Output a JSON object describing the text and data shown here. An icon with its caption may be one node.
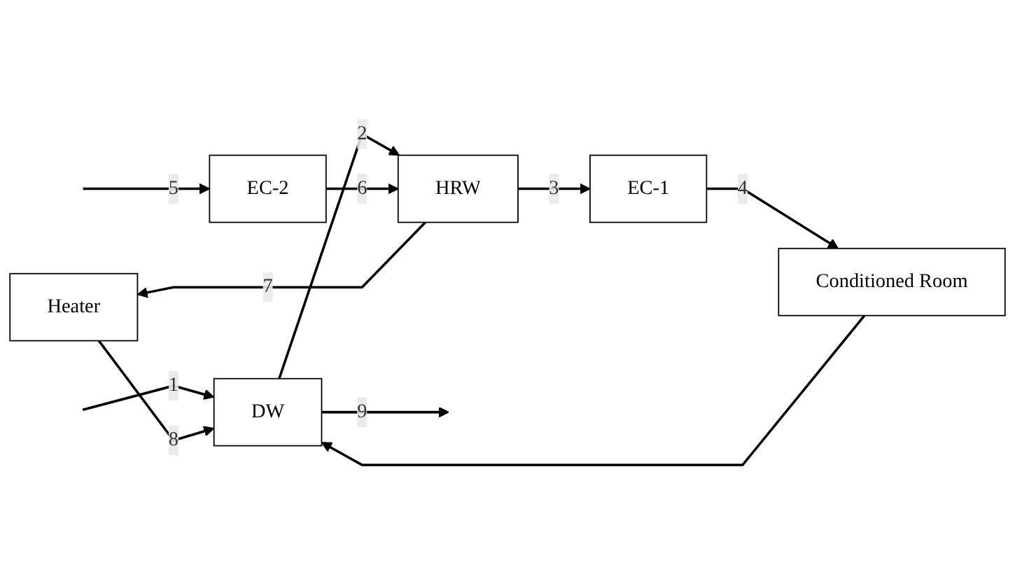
{
  "diagram": {
    "nodes": [
      {
        "text": [
          "Heater"
        ]
      },
      {
        "text": [
          "DW"
        ]
      },
      {
        "text": [
          "HRW"
        ]
      },
      {
        "text": [
          "EC-2"
        ]
      },
      {
        "text": [
          "EC-1"
        ]
      },
      {
        "text": [
          "Conditioned Room"
        ]
      }
    ],
    "edges": [
      {
        "from": null,
        "to": 1,
        "arrow": "to",
        "label": "1"
      },
      {
        "from": 1,
        "to": 2,
        "arrow": "to",
        "label": "2"
      },
      {
        "from": 2,
        "to": 4,
        "arrow": "to",
        "label": "3"
      },
      {
        "from": 4,
        "to": 5,
        "arrow": "to",
        "label": "4"
      },
      {
        "from": null,
        "to": 3,
        "arrow": "to",
        "label": "5"
      },
      {
        "from": 3,
        "to": 2,
        "arrow": "to",
        "label": "6"
      },
      {
        "from": 2,
        "to": 0,
        "arrow": "to",
        "label": "7"
      },
      {
        "from": 0,
        "to": 1,
        "arrow": "to",
        "label": "8"
      },
      {
        "from": 1,
        "to": null,
        "arrow": "to",
        "label": "9"
      },
      {
        "from": 5,
        "to": 1,
        "arrow": "to"
      }
    ]
  }
}
